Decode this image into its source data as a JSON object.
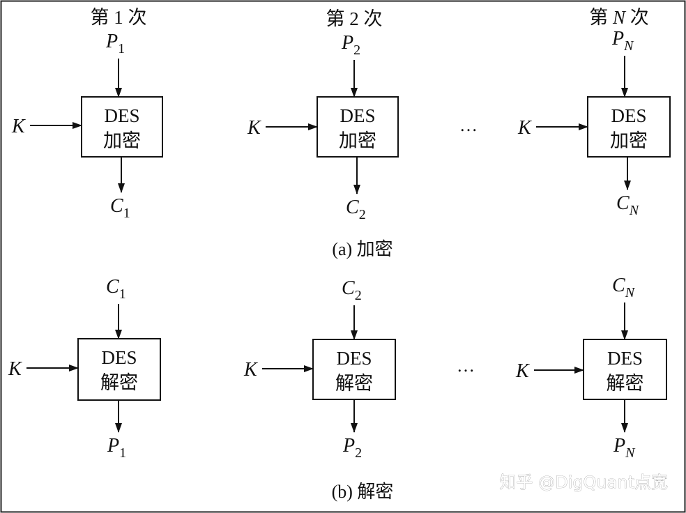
{
  "round_labels": [
    "第 1 次",
    "第 2 次"
  ],
  "round_label_n": {
    "prefix": "第 ",
    "var": "N",
    "suffix": " 次"
  },
  "encryption": {
    "caption": "(a)  加密",
    "blocks": [
      {
        "title": "DES",
        "op": "加密",
        "key": "K",
        "input": {
          "sym": "P",
          "sub": "1"
        },
        "output": {
          "sym": "C",
          "sub": "1"
        }
      },
      {
        "title": "DES",
        "op": "加密",
        "key": "K",
        "input": {
          "sym": "P",
          "sub": "2"
        },
        "output": {
          "sym": "C",
          "sub": "2"
        }
      },
      {
        "title": "DES",
        "op": "加密",
        "key": "K",
        "input": {
          "sym": "P",
          "sub": "N"
        },
        "output": {
          "sym": "C",
          "sub": "N"
        }
      }
    ]
  },
  "decryption": {
    "caption": "(b)  解密",
    "blocks": [
      {
        "title": "DES",
        "op": "解密",
        "key": "K",
        "input": {
          "sym": "C",
          "sub": "1"
        },
        "output": {
          "sym": "P",
          "sub": "1"
        }
      },
      {
        "title": "DES",
        "op": "解密",
        "key": "K",
        "input": {
          "sym": "C",
          "sub": "2"
        },
        "output": {
          "sym": "P",
          "sub": "2"
        }
      },
      {
        "title": "DES",
        "op": "解密",
        "key": "K",
        "input": {
          "sym": "C",
          "sub": "N"
        },
        "output": {
          "sym": "P",
          "sub": "N"
        }
      }
    ]
  },
  "ellipsis": "…",
  "watermark": "知乎 @DigQuant点宽"
}
